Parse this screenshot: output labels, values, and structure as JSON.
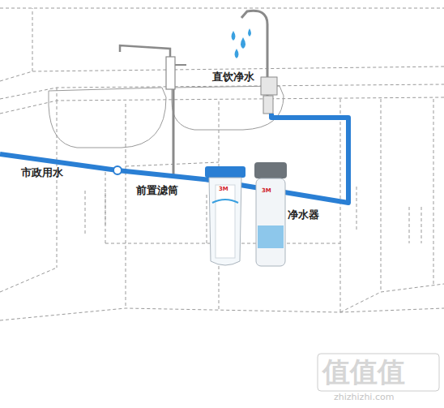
{
  "diagram": {
    "labels": [
      "直饮净水",
      "市政用水",
      "前置滤筒",
      "净水器",
      "3M",
      "3M",
      "值值值",
      "zhizhizhi.com"
    ]
  }
}
